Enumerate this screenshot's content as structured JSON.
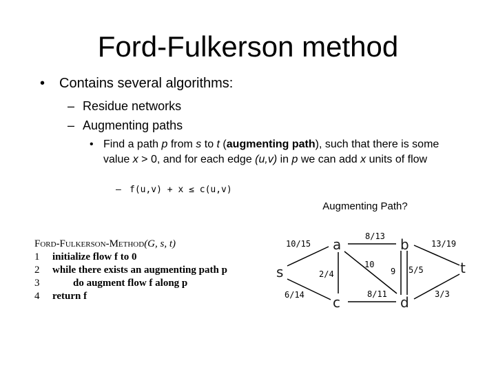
{
  "slide": {
    "title": "Ford-Fulkerson method",
    "bullet1": "Contains several algorithms:",
    "sub1": "Residue networks",
    "sub2": "Augmenting paths",
    "detail": {
      "t1": "Find a path ",
      "p": "p",
      "t2": " from ",
      "s": "s",
      "t3": " to ",
      "t": "t",
      "t4": " (",
      "bold": "augmenting path",
      "t5": "), such that there is some value ",
      "x": "x",
      "t6": " > 0, and for each edge ",
      "uv": "(u,v)",
      "t7": " in ",
      "p2": "p",
      "t8": " we can add ",
      "x2": "x",
      "t9": " units of flow"
    },
    "formula": "f(u,v) + x ≤ c(u,v)",
    "aug_caption": "Augmenting Path?"
  },
  "algorithm": {
    "name": "Ford-Fulkerson-Method",
    "params": "(G, s, t)",
    "lines": [
      {
        "num": "1",
        "text": "initialize flow f to 0"
      },
      {
        "num": "2",
        "text": "while there exists an augmenting path p"
      },
      {
        "num": "3",
        "text": "do augment flow f along p"
      },
      {
        "num": "4",
        "text": "return f"
      }
    ]
  },
  "graph": {
    "nodes": {
      "s": "s",
      "a": "a",
      "b": "b",
      "c": "c",
      "d": "d",
      "t": "t"
    },
    "edges": {
      "sa": "10/15",
      "sc": "6/14",
      "ca": "2/4",
      "ab": "8/13",
      "bd": "9",
      "db": "5/5",
      "cd": "8/11",
      "ad": "10",
      "bt": "13/19",
      "dt": "3/3"
    },
    "colors": {
      "line": "#000000",
      "node_text": "#1a1a1a"
    }
  }
}
